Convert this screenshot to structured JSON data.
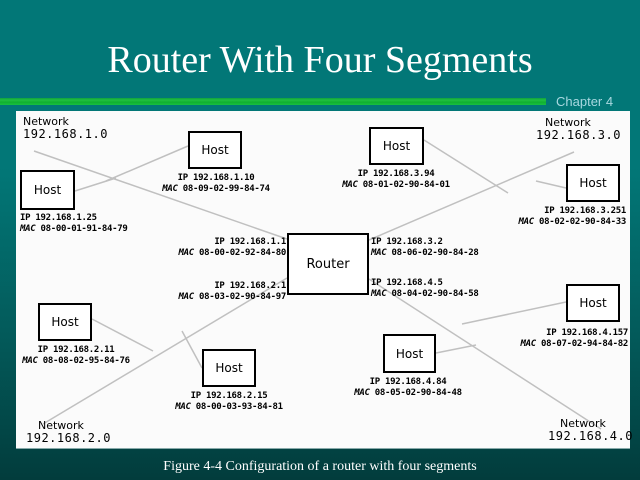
{
  "slide": {
    "title": "Router With Four Segments",
    "chapter": "Chapter 4",
    "caption": "Figure 4-4   Configuration of a router with four segments",
    "colors": {
      "background": "#027777",
      "accent_bar": "#20c040",
      "chapter_text": "#a8d8e0",
      "diagram_bg": "#fbfbfb",
      "link": "#c0c0c0"
    }
  },
  "diagram": {
    "router": {
      "label": "Router",
      "interfaces": [
        {
          "ip_key": "IP",
          "ip": "192.168.1.1",
          "mac_key": "MAC",
          "mac": "08-00-02-92-84-80"
        },
        {
          "ip_key": "IP",
          "ip": "192.168.2.1",
          "mac_key": "MAC",
          "mac": "08-03-02-90-84-97"
        },
        {
          "ip_key": "IP",
          "ip": "192.168.3.2",
          "mac_key": "MAC",
          "mac": "08-06-02-90-84-28"
        },
        {
          "ip_key": "IP",
          "ip": "192.168.4.5",
          "mac_key": "MAC",
          "mac": "08-04-02-90-84-58"
        }
      ]
    },
    "networks": [
      {
        "label": "Network",
        "address": "192.168.1.0"
      },
      {
        "label": "Network",
        "address": "192.168.2.0"
      },
      {
        "label": "Network",
        "address": "192.168.3.0"
      },
      {
        "label": "Network",
        "address": "192.168.4.0"
      }
    ],
    "hosts": [
      {
        "label": "Host",
        "ip_key": "IP",
        "ip": "192.168.1.25",
        "mac_key": "MAC",
        "mac": "08-00-01-91-84-79"
      },
      {
        "label": "Host",
        "ip_key": "IP",
        "ip": "192.168.1.10",
        "mac_key": "MAC",
        "mac": "08-09-02-99-84-74"
      },
      {
        "label": "Host",
        "ip_key": "IP",
        "ip": "192.168.3.94",
        "mac_key": "MAC",
        "mac": "08-01-02-90-84-01"
      },
      {
        "label": "Host",
        "ip_key": "IP",
        "ip": "192.168.3.251",
        "mac_key": "MAC",
        "mac": "08-02-02-90-84-33"
      },
      {
        "label": "Host",
        "ip_key": "IP",
        "ip": "192.168.2.11",
        "mac_key": "MAC",
        "mac": "08-08-02-95-84-76"
      },
      {
        "label": "Host",
        "ip_key": "IP",
        "ip": "192.168.2.15",
        "mac_key": "MAC",
        "mac": "08-00-03-93-84-81"
      },
      {
        "label": "Host",
        "ip_key": "IP",
        "ip": "192.168.4.157",
        "mac_key": "MAC",
        "mac": "08-07-02-94-84-82"
      },
      {
        "label": "Host",
        "ip_key": "IP",
        "ip": "192.168.4.84",
        "mac_key": "MAC",
        "mac": "08-05-02-90-84-48"
      }
    ]
  }
}
